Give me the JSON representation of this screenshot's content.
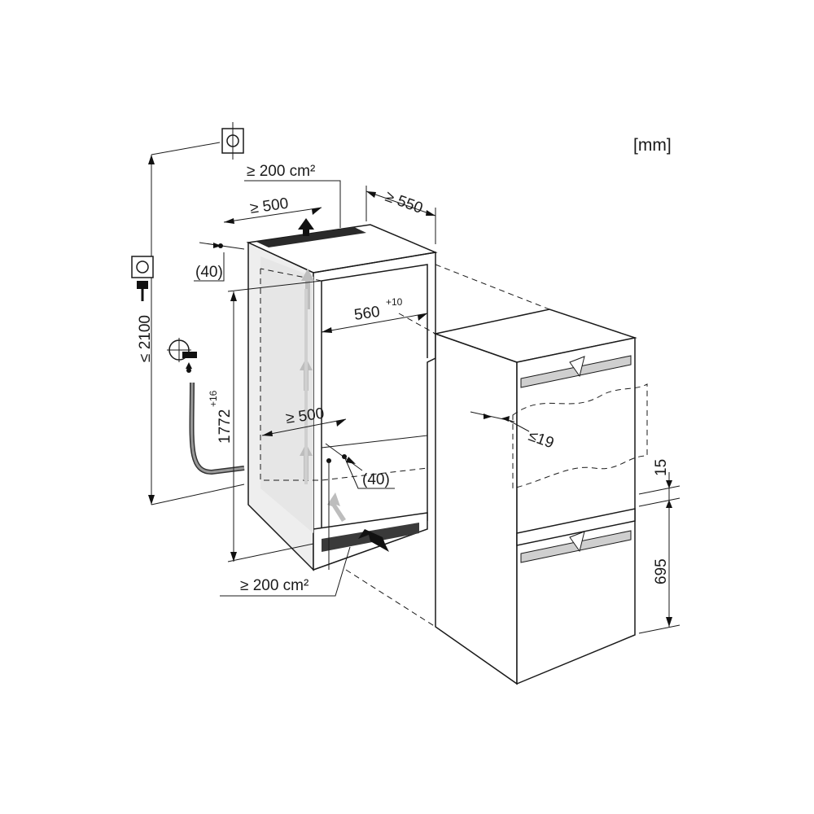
{
  "unit_label": "[mm]",
  "dimensions": {
    "total_height": "≤ 2100",
    "top_vent": "≥ 200 cm²",
    "top_depth": "≥ 500",
    "niche_depth": "≥ 550",
    "top_offset": "(40)",
    "niche_width": "560",
    "niche_width_tol": "+10",
    "niche_height": "1772",
    "niche_height_tol": "+16",
    "bottom_depth": "≥ 500",
    "bottom_offset": "(40)",
    "bottom_vent": "≥ 200 cm²",
    "door_gap": "≤19",
    "door_offset": "15",
    "lower_door": "695"
  },
  "icons": [
    "extractor-icon",
    "power-socket-icon",
    "plug-icon",
    "water-tap-icon"
  ]
}
